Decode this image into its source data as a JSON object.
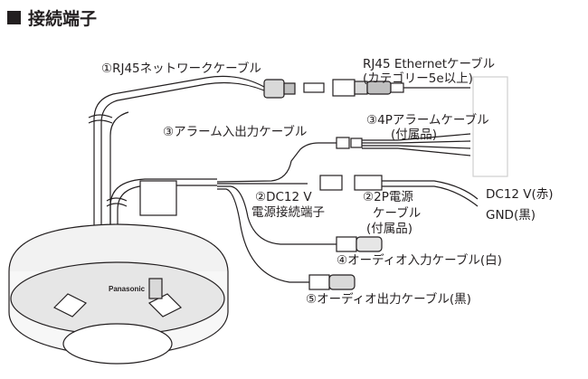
{
  "title": "接続端子",
  "labels": {
    "rj45_cable": "①RJ45ネットワークケーブル",
    "ethernet_line1": "RJ45 Ethernetケーブル",
    "ethernet_line2": "(カテゴリー5e以上)",
    "alarm_4p_line1": "③4Pアラームケーブル",
    "alarm_4p_line2": "(付属品)",
    "alarm_io": "③アラーム入出力ケーブル",
    "dc12_line1": "②DC12 V",
    "dc12_line2": "電源接続端子",
    "power_2p_line1": "②2P電源",
    "power_2p_line2": "ケーブル",
    "power_2p_line3": "(付属品)",
    "dc12_red": "DC12 V(赤)",
    "gnd_black": "GND(黒)",
    "audio_in": "④オーディオ入力ケーブル(白)",
    "audio_out": "⑤オーディオ出力ケーブル(黒)"
  },
  "brand": "Panasonic"
}
